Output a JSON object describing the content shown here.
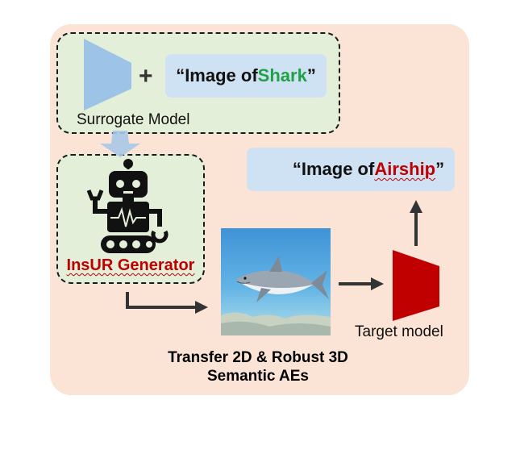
{
  "surrogate": {
    "label": "Surrogate Model",
    "plus": "+",
    "prompt_prefix": "“Image of ",
    "prompt_keyword": "Shark",
    "prompt_suffix": "”"
  },
  "generator": {
    "label": "InsUR Generator"
  },
  "target": {
    "label": "Target model",
    "prompt_prefix": "“Image of ",
    "prompt_keyword": "Airship",
    "prompt_suffix": "”"
  },
  "caption": {
    "line1": "Transfer 2D & Robust 3D",
    "line2": "Semantic AEs"
  },
  "colors": {
    "panel": "#fbe3d6",
    "dashed_box_fill": "#e3efd9",
    "prompt_fill": "#cfe2f3",
    "surrogate_model": "#9dc3e6",
    "target_model": "#c00000",
    "keyword_source": "#22a046",
    "keyword_target": "#c00000",
    "speaker_icon": "#1f3a93"
  },
  "icons": [
    "robot-icon",
    "speaker-icon",
    "shark-image"
  ]
}
